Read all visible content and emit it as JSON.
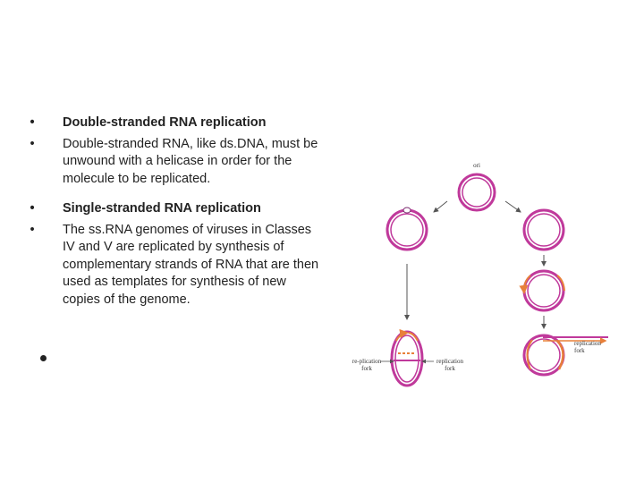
{
  "bullets": [
    {
      "marker": "•",
      "text": "Double-stranded RNA replication"
    },
    {
      "marker": "•",
      "text": "Double-stranded RNA, like ds.DNA, must be unwound with a helicase in order for the molecule to be replicated."
    },
    {
      "marker": "•",
      "text": "Single-stranded RNA replication"
    },
    {
      "marker": "•",
      "text": "The ss.RNA genomes of viruses in Classes IV and V are replicated by synthesis of complementary strands of RNA that are then used as templates for synthesis of new copies of the genome."
    }
  ],
  "diagram": {
    "ori_label": "ori",
    "left_fork_label_1": "re-plication",
    "left_fork_label_2": "fork",
    "mid_fork_label_1": "replication",
    "mid_fork_label_2": "fork",
    "right_fork_label_1": "replication",
    "right_fork_label_2": "fork",
    "colors": {
      "strand": "#c0399b",
      "inner": "#7a2a6e",
      "new_strand": "#e8803a",
      "arrow": "#555555"
    }
  }
}
